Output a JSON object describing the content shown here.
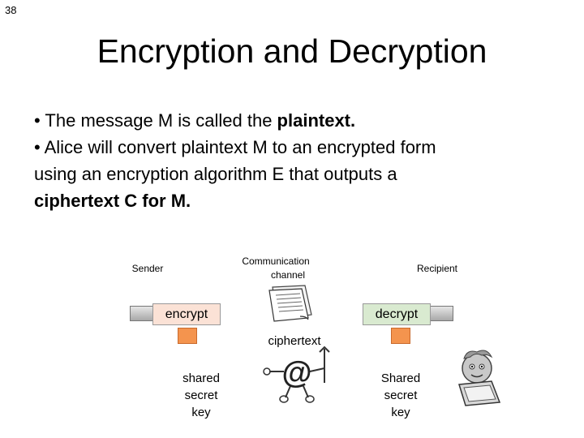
{
  "slide_number": "38",
  "title": "Encryption and Decryption",
  "bullets": {
    "line1_prefix": "• The message M is called the ",
    "line1_bold": "plaintext.",
    "line2": "• Alice will convert plaintext M to an encrypted form",
    "line3": "using an encryption algorithm E that outputs a",
    "line4_bold": "ciphertext C for M."
  },
  "diagram": {
    "sender_label": "Sender",
    "channel_label_1": "Communication",
    "channel_label_2": "channel",
    "recipient_label": "Recipient",
    "encrypt_label": "encrypt",
    "decrypt_label": "decrypt",
    "ciphertext_label": "ciphertext",
    "sender_key": [
      "shared",
      "secret",
      "key"
    ],
    "recipient_key": [
      "Shared",
      "secret",
      "key"
    ],
    "attacker_symbol": "@"
  },
  "colors": {
    "encrypt_box": "#fbe2d6",
    "decrypt_box": "#d9ead0",
    "key": "#f4944e"
  },
  "icons": [
    "document-stack-icon",
    "attacker-icon",
    "person-with-laptop-icon"
  ]
}
